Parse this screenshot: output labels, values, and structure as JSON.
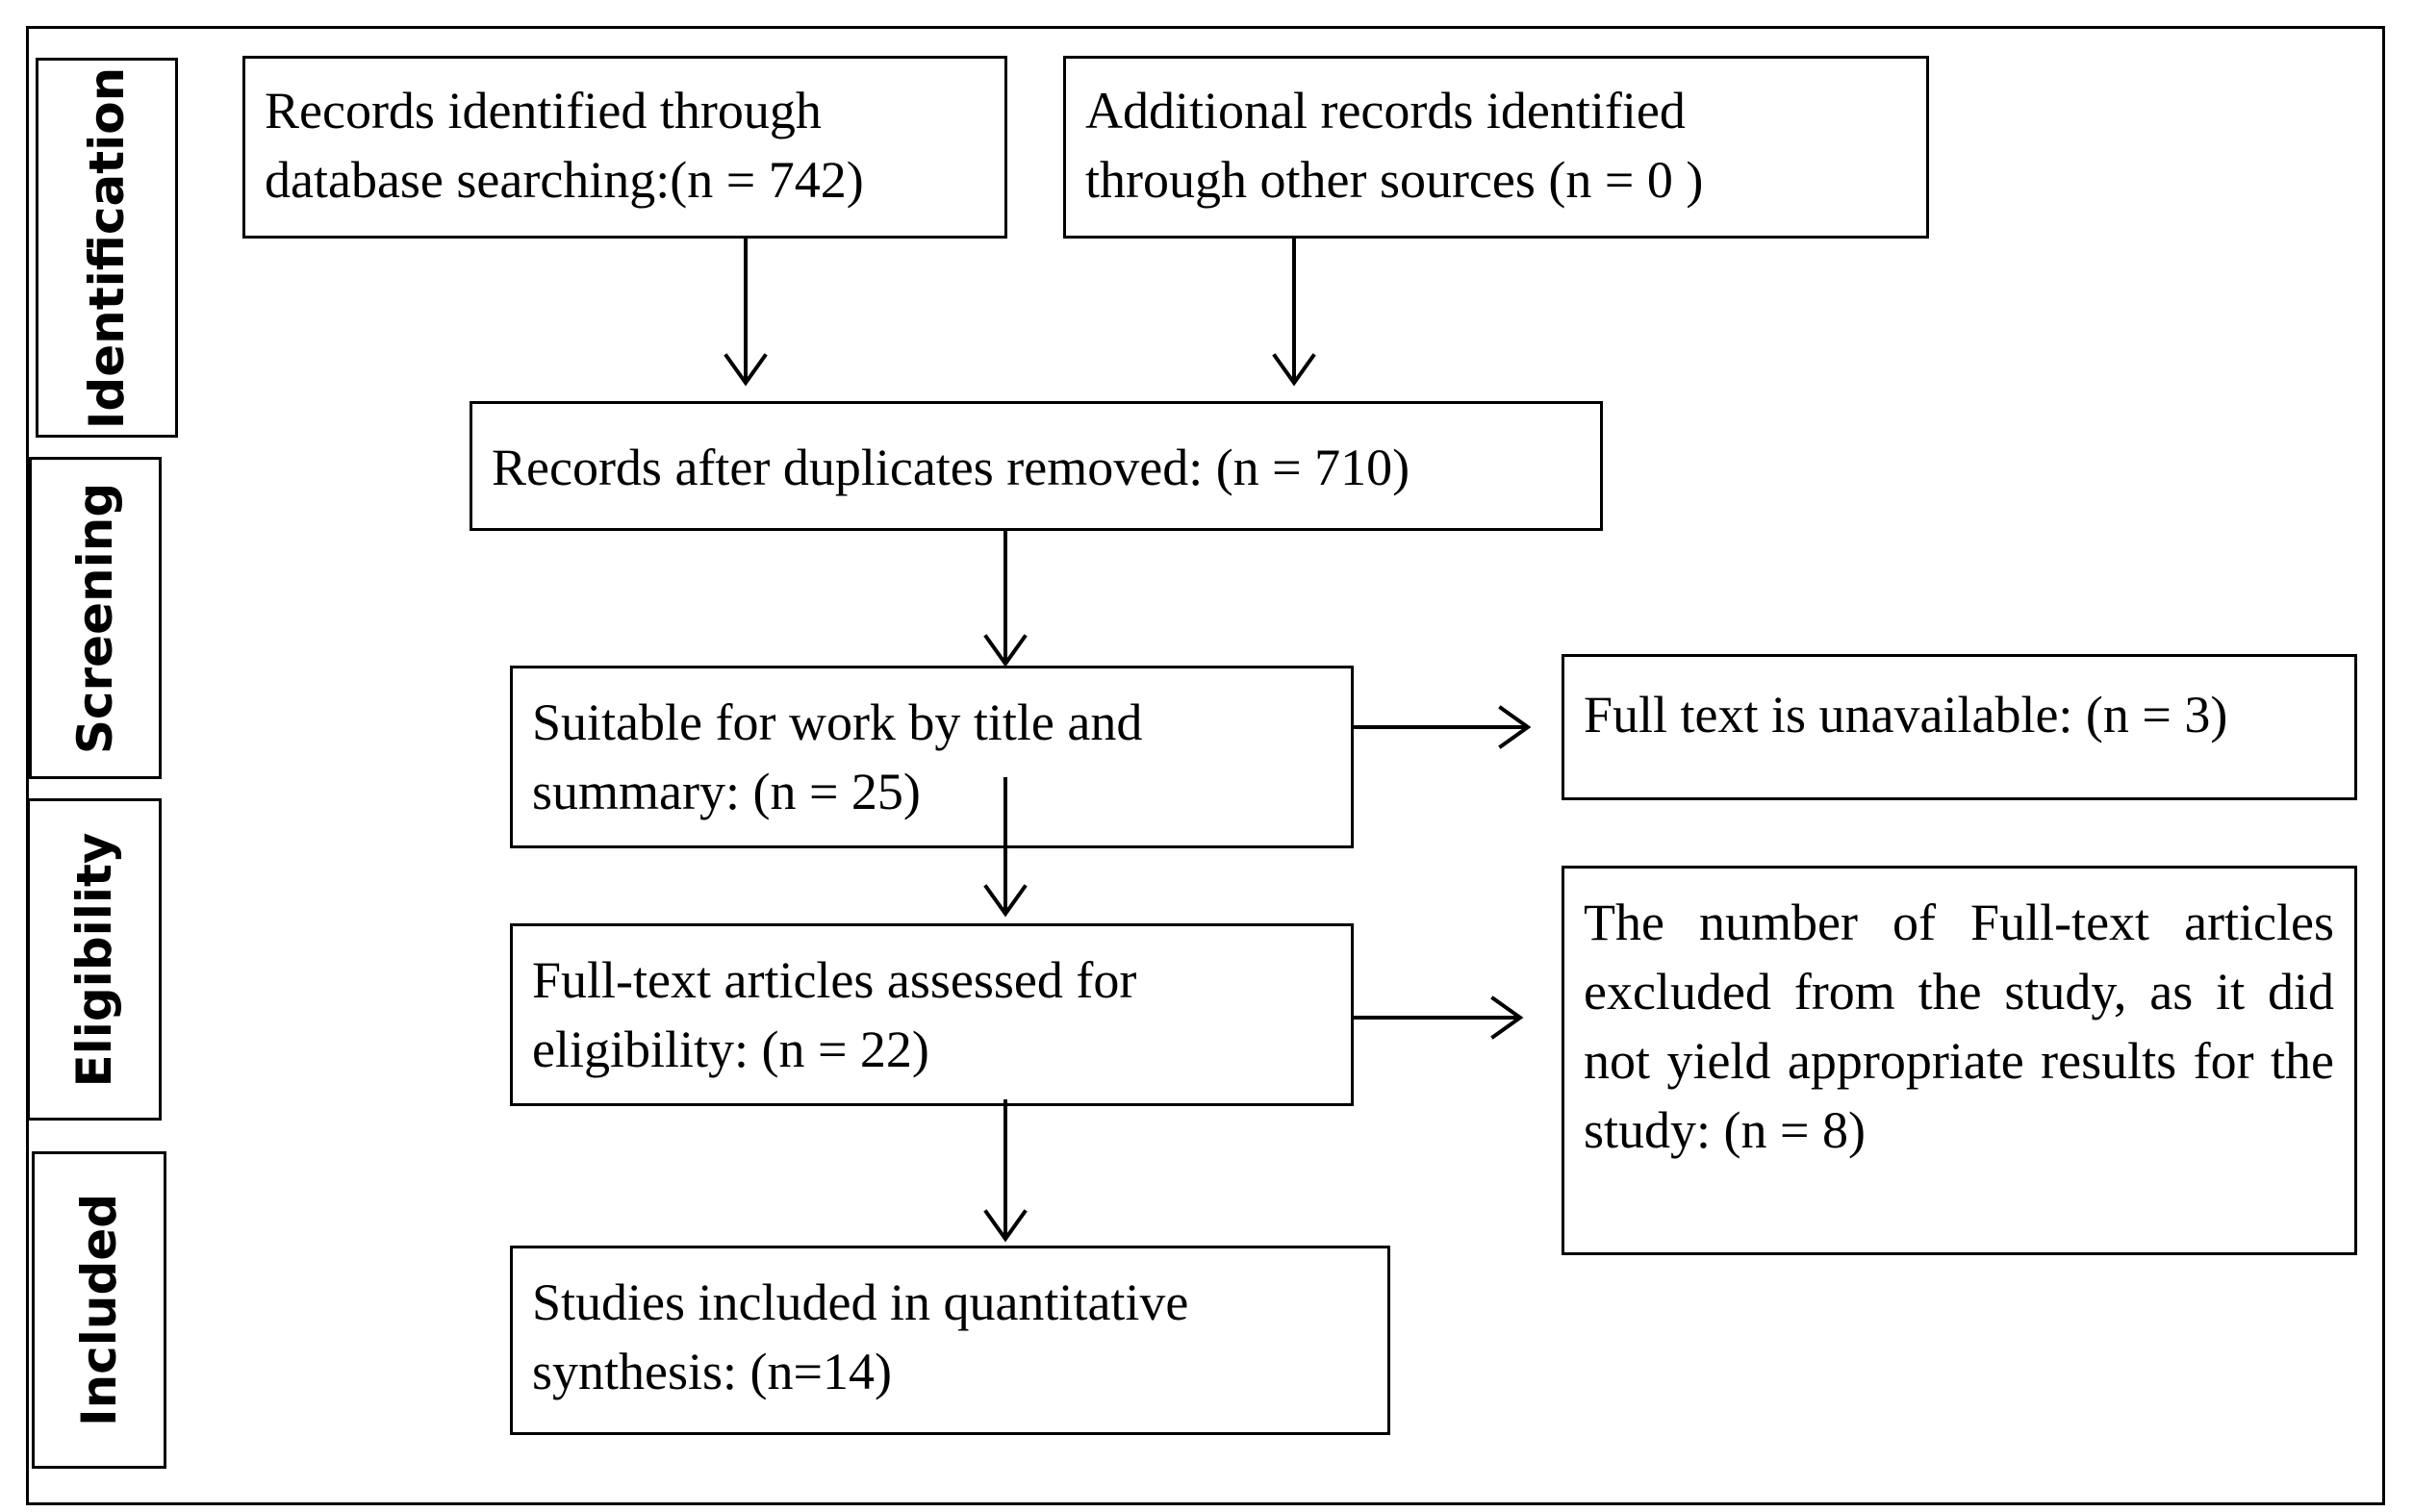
{
  "stages": [
    {
      "id": "identification",
      "label": "Identification"
    },
    {
      "id": "screening",
      "label": "Screening"
    },
    {
      "id": "eligibility",
      "label": "Eligibility"
    },
    {
      "id": "included",
      "label": "Included"
    }
  ],
  "boxes": {
    "database_records": "Records identified through\ndatabase searching:(n = 742)",
    "other_sources": "Additional records identified\nthrough other sources (n = 0 )",
    "duplicates_removed": "Records after duplicates removed: (n = 710)",
    "title_summary": "Suitable for work by title and\nsummary: (n = 25)",
    "full_text_unavailable": "Full text is unavailable: (n = 3)",
    "full_text_assessed": "Full-text articles assessed for\neligibility: (n = 22)",
    "full_text_excluded": "The number of Full-text articles excluded from the study, as it did not yield appropriate results for the study: (n = 8)",
    "studies_included": "Studies included in quantitative\nsynthesis: (n=14)"
  }
}
